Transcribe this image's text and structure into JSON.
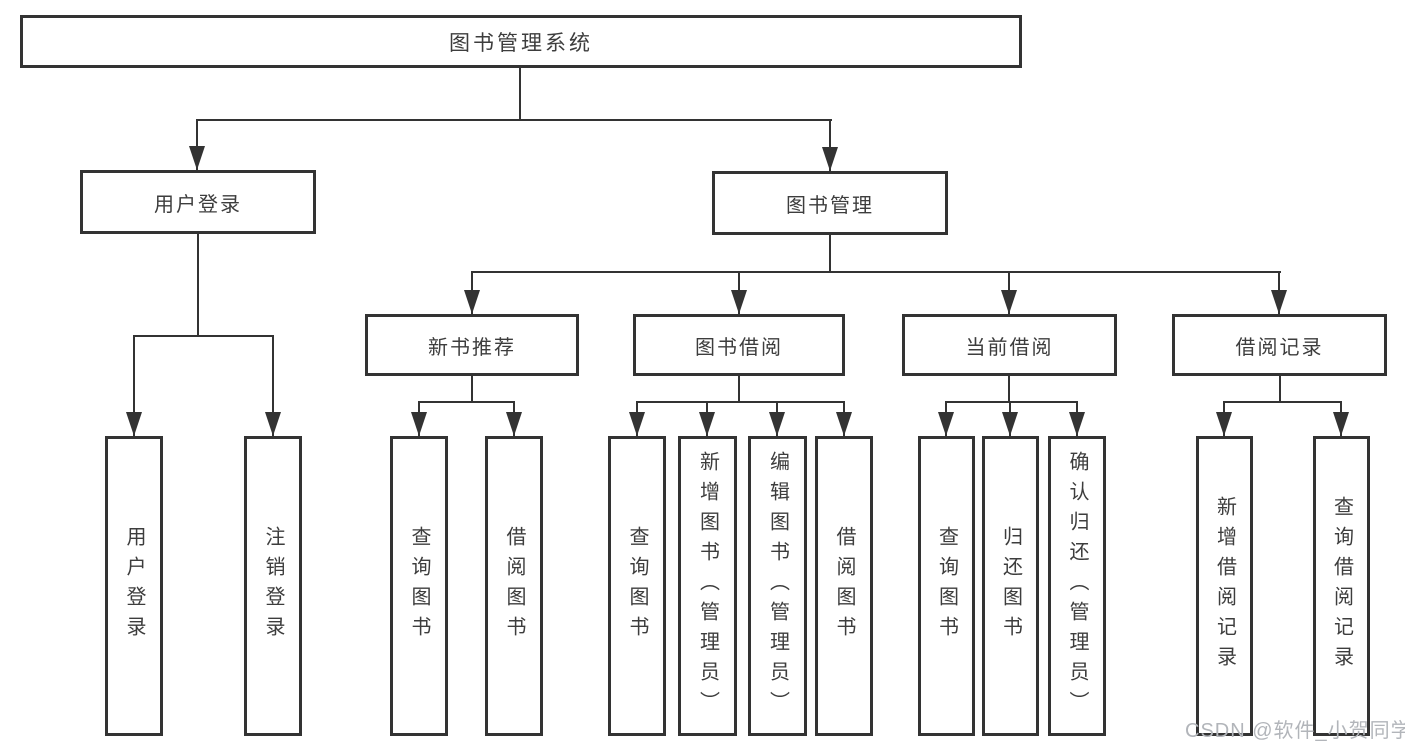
{
  "diagram": {
    "root": {
      "label": "图书管理系统"
    },
    "user_login": {
      "label": "用户登录",
      "children": [
        {
          "label": "用户登录"
        },
        {
          "label": "注销登录"
        }
      ]
    },
    "book_mgmt": {
      "label": "图书管理"
    },
    "new_book_rec": {
      "label": "新书推荐",
      "children": [
        {
          "label": "查询图书"
        },
        {
          "label": "借阅图书"
        }
      ]
    },
    "book_borrow": {
      "label": "图书借阅",
      "children": [
        {
          "label": "查询图书"
        },
        {
          "label": "新增图书（管理员）"
        },
        {
          "label": "编辑图书（管理员）"
        },
        {
          "label": "借阅图书"
        }
      ]
    },
    "current_borrow": {
      "label": "当前借阅",
      "children": [
        {
          "label": "查询图书"
        },
        {
          "label": "归还图书"
        },
        {
          "label": "确认归还（管理员）"
        }
      ]
    },
    "borrow_records": {
      "label": "借阅记录",
      "children": [
        {
          "label": "新增借阅记录"
        },
        {
          "label": "查询借阅记录"
        }
      ]
    }
  },
  "colors": {
    "line": "#333333",
    "text": "#3d3d3d",
    "watermark": "#b2b5ba"
  },
  "watermark": {
    "text": "CSDN @软件_小贺同学"
  }
}
